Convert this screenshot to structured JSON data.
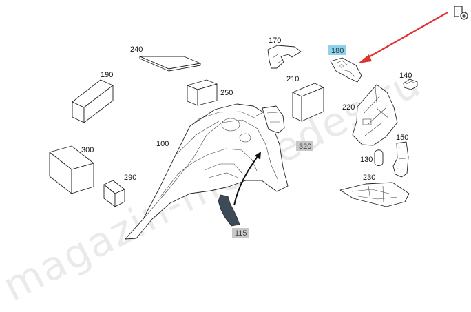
{
  "watermark": "magazin-mercedes.ru",
  "toolbar": {
    "icon": "add-to-list-icon"
  },
  "accent_colors": {
    "highlight_tag": "#8fd3ea",
    "gray_tag": "#c8c8c8",
    "arrow": "#e03131",
    "dark_part": "#3d4a57"
  },
  "labels": {
    "p240": "240",
    "p190": "190",
    "p250": "250",
    "p170": "170",
    "p180": "180",
    "p210": "210",
    "p140": "140",
    "p220": "220",
    "p100": "100",
    "p300": "300",
    "p320": "320",
    "p150": "150",
    "p130": "130",
    "p290": "290",
    "p230": "230",
    "p115": "115"
  },
  "selected_part": "180"
}
